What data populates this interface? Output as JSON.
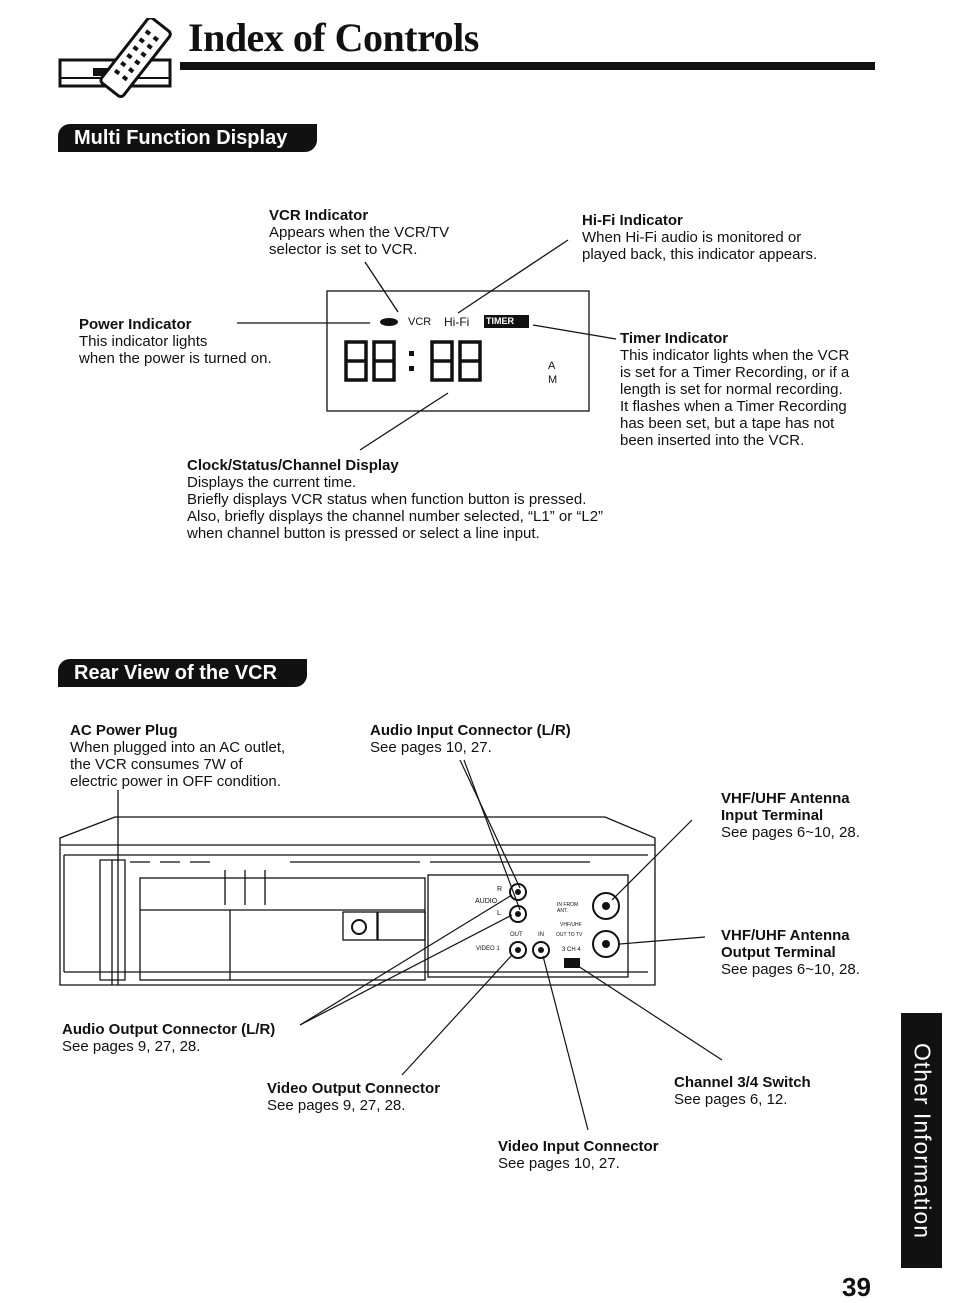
{
  "header": {
    "title": "Index of Controls"
  },
  "sections": {
    "multi_function": "Multi Function Display",
    "rear_view": "Rear View of the VCR"
  },
  "display": {
    "labels": {
      "vcr": "VCR",
      "hifi": "Hi-Fi",
      "timer": "TIMER",
      "digits": "88:88",
      "am": "A",
      "pm": "M"
    }
  },
  "callouts": {
    "vcr_indicator": {
      "title": "VCR Indicator",
      "lines": [
        "Appears when the VCR/TV",
        "selector is set to VCR."
      ]
    },
    "hifi_indicator": {
      "title": "Hi-Fi Indicator",
      "lines": [
        "When Hi-Fi audio is monitored or",
        "played back, this indicator appears."
      ]
    },
    "power_indicator": {
      "title": "Power Indicator",
      "lines": [
        "This indicator lights",
        "when the power is turned on."
      ]
    },
    "timer_indicator": {
      "title": "Timer Indicator",
      "lines": [
        "This indicator lights when the VCR",
        "is set for a Timer Recording, or if a",
        "length is set for normal recording.",
        "It flashes when a Timer Recording",
        "has been set, but a tape has not",
        "been inserted into the VCR."
      ]
    },
    "clock_display": {
      "title": "Clock/Status/Channel Display",
      "lines": [
        "Displays the current time.",
        "Briefly displays VCR status when function button is pressed.",
        "Also, briefly displays the channel number selected, “L1” or “L2”",
        "when channel button is pressed or select a line input."
      ]
    },
    "ac_power": {
      "title": "AC Power Plug",
      "lines": [
        "When plugged into an AC outlet,",
        "the VCR consumes 7W of",
        "electric power in OFF condition."
      ]
    },
    "audio_input": {
      "title": "Audio Input Connector (L/R)",
      "lines": [
        "See pages 10, 27."
      ]
    },
    "antenna_input": {
      "title": "VHF/UHF Antenna",
      "title2": "Input Terminal",
      "lines": [
        "See pages 6~10, 28."
      ]
    },
    "antenna_output": {
      "title": "VHF/UHF Antenna",
      "title2": "Output Terminal",
      "lines": [
        "See pages 6~10, 28."
      ]
    },
    "audio_output": {
      "title": "Audio Output Connector (L/R)",
      "lines": [
        "See pages 9, 27, 28."
      ]
    },
    "video_output": {
      "title": "Video Output Connector",
      "lines": [
        "See pages 9, 27, 28."
      ]
    },
    "channel_switch": {
      "title": "Channel 3/4 Switch",
      "lines": [
        "See pages 6, 12."
      ]
    },
    "video_input": {
      "title": "Video Input Connector",
      "lines": [
        "See pages 10, 27."
      ]
    }
  },
  "rear_panel_labels": {
    "r": "R",
    "audio": "AUDIO",
    "l": "L",
    "in_from_ant": "IN FROM ANT.",
    "vhf_uhf": "VHF/UHF",
    "out": "OUT",
    "in": "IN",
    "out_to_tv": "OUT TO TV",
    "video": "VIDEO 1",
    "ch": "3 CH 4"
  },
  "side_tab": "Other Information",
  "page_number": "39"
}
